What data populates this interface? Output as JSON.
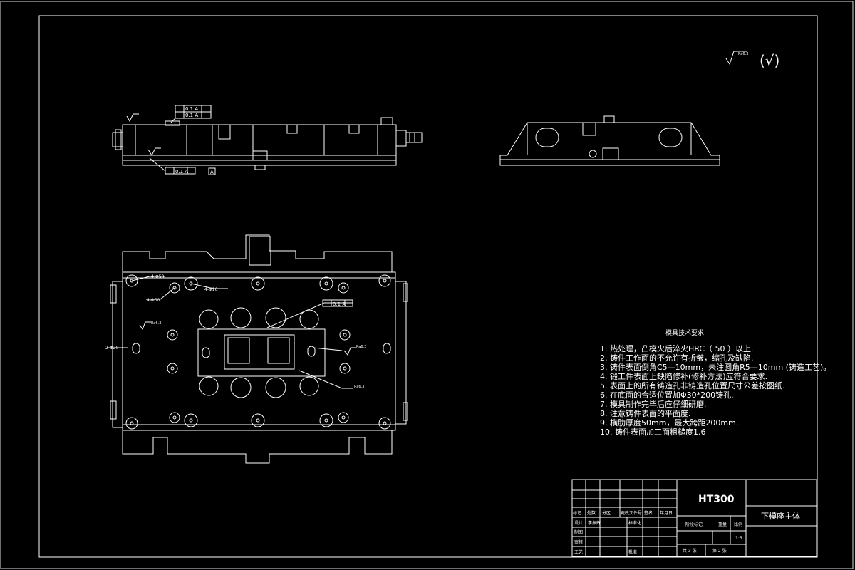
{
  "surface_symbol": {
    "ra_label": "Ra6.3",
    "check_mark": "(√)"
  },
  "tech_requirements": {
    "title": "模具技术要求",
    "items": [
      "1. 热处理，凸模火后淬火HRC（ 50 ）以上.",
      "2. 铸件工作面的不允许有折皱，缩孔及缺陷.",
      "3. 铸件表面倒角C5—10mm，未注圆角R5—10mm (铸造工艺)。",
      "4. 锻工件表面上缺陷修补(修补方法)应符合要求.",
      "5. 表面上的所有铸造孔非铸造孔位置尺寸公差按图纸.",
      "6. 在底面的合适位置加Φ30*200铸孔.",
      "7. 模具制作完毕后应仔细研磨.",
      "8. 注意铸件表面的平面度.",
      "9. 横肋厚度50mm，最大跨距200mm.",
      "10. 铸件表面加工面粗糙度1.6"
    ]
  },
  "callouts": {
    "flatness_top": "0.1 A",
    "parallel_top": "0.1 A",
    "perp_bottom": "0.1 A",
    "datum": "A",
    "plan_parallel": "0.1 A",
    "ra_small_1": "Ra6.3",
    "ra_small_2": "Ra6.3",
    "ra_small_3": "Ra6.3",
    "hole_note_1": "4-Φ50",
    "hole_note_2": "4-Φ30",
    "hole_note_3": "4-Φ16",
    "side_note": "2-Φ20"
  },
  "title_block": {
    "material": "HT300",
    "part_name": "下模座主体",
    "labels_row": [
      "标记",
      "处数",
      "分区",
      "更改文件号",
      "签名",
      "年月日"
    ],
    "design_label": "设计",
    "design_name": "李振辉",
    "standardize_label": "标准化",
    "check_label": "审核",
    "draw_label": "制图",
    "process_label": "工艺",
    "approve_label": "批准",
    "stage_label": "阶段标记",
    "weight_label": "重量",
    "scale_label": "比例",
    "scale_value": "1:5",
    "sheets_total": "共 3 张",
    "sheet_no": "第 2 张"
  }
}
